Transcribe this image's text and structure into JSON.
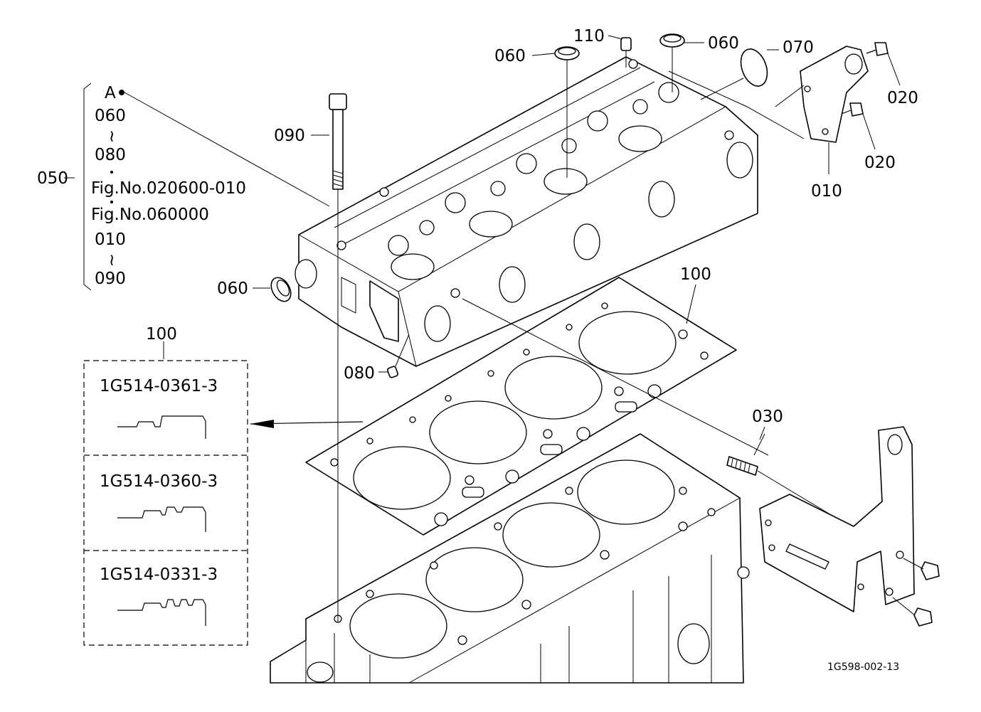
{
  "figure_id": "1G598-002-13",
  "callouts": {
    "c110": "110",
    "c060_top_left": "060",
    "c060_top_right": "060",
    "c070": "070",
    "c020_upper": "020",
    "c020_lower": "020",
    "c010": "010",
    "c090": "090",
    "c060_left": "060",
    "c080": "080",
    "c100_gasket": "100",
    "c030": "030",
    "c050": "050"
  },
  "assembly_group": {
    "ref_mark": "A",
    "range_start": "060",
    "range_tilde_1": "~",
    "range_end": "080",
    "fig_ref_1": "Fig.No.020600-010",
    "fig_ref_2": "Fig.No.060000",
    "range2_start": "010",
    "range_tilde_2": "~",
    "range2_end": "090"
  },
  "gasket_variants": {
    "header": "100",
    "items": [
      {
        "part_no": "1G514-0361-3"
      },
      {
        "part_no": "1G514-0360-3"
      },
      {
        "part_no": "1G514-0331-3"
      }
    ]
  }
}
